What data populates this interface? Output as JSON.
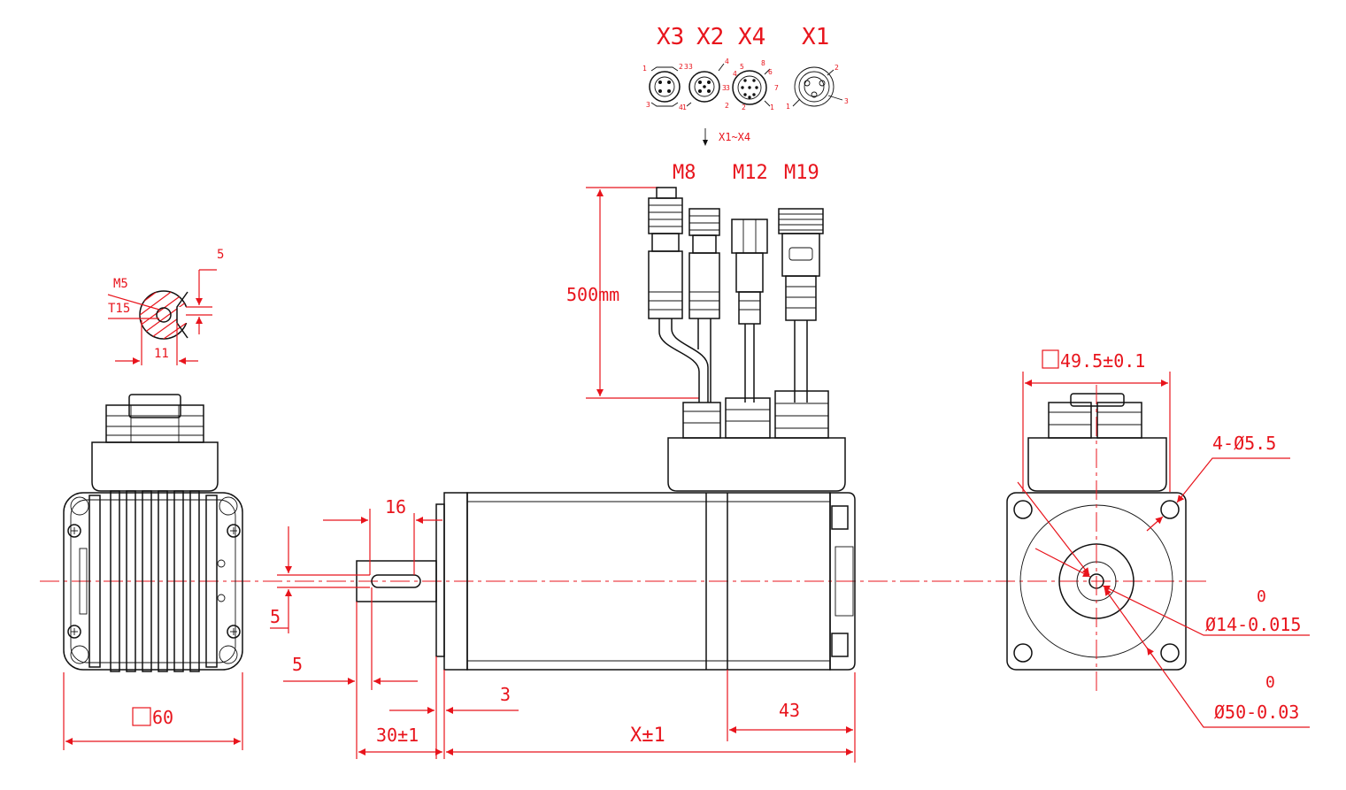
{
  "connectors": {
    "labels": [
      "X3",
      "X2",
      "X4",
      "X1"
    ],
    "pins_x3": [
      "1",
      "2",
      "3",
      "3",
      "4"
    ],
    "pins_x2": [
      "3",
      "4",
      "1",
      "2",
      "3"
    ],
    "pins_x4": [
      "5",
      "8",
      "4",
      "6",
      "3",
      "7",
      "2",
      "1"
    ],
    "pins_x1": [
      "2",
      "1",
      "3"
    ],
    "arrow_note": "X1~X4",
    "thread_sizes": [
      "M8",
      "M12",
      "M19"
    ]
  },
  "dimensions": {
    "cable_length": "500mm",
    "shaft_hole_thread": "M5",
    "shaft_hole_depth": "T15",
    "key_depth": "5",
    "shaft_flat": "11",
    "frame_left": "60",
    "key_length": "16",
    "key_width": "5",
    "key_offset": "5",
    "flange_thickness": "3",
    "shaft_length": "30±1",
    "body_length": "X±1",
    "rear_length": "43",
    "bolt_circle": "49.5±0.1",
    "mount_holes": "4-Ø5.5",
    "shaft_tol_upper": "0",
    "shaft_diameter": "Ø14-0.015",
    "pilot_tol_upper": "0",
    "pilot_diameter": "Ø50-0.03"
  },
  "colors": {
    "annotation": "#e8141c",
    "outline": "#111111"
  }
}
